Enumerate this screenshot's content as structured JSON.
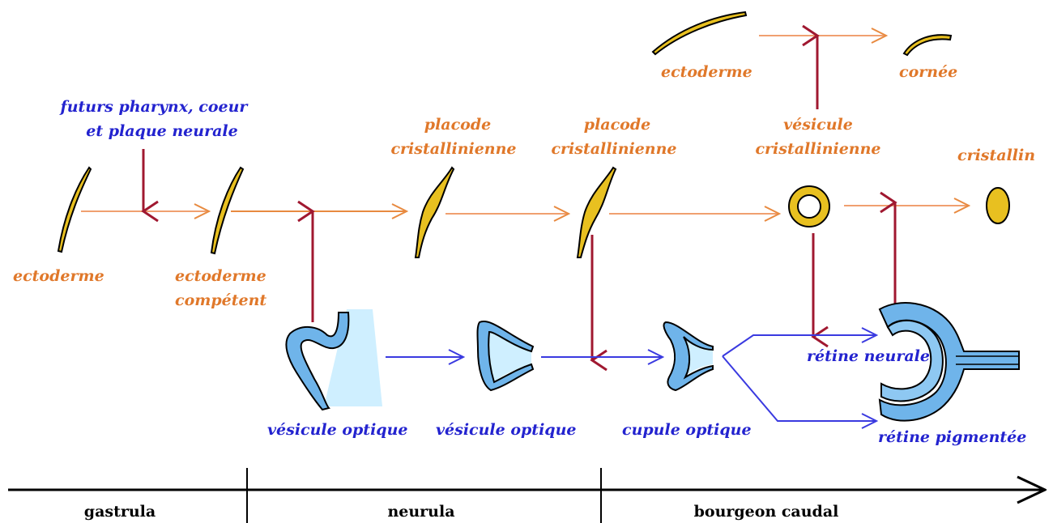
{
  "colors": {
    "ectoderm_label": "#e0782a",
    "neural_label": "#2323cf",
    "induction_arrow": "#a01830",
    "ectoderm_fill": "#e8c020",
    "optic_fill": "#6fb4ea",
    "optic_lumen": "#cfefff"
  },
  "labels": {
    "ectoderme_left": "ectoderme",
    "ectoderme_competent_1": "ectoderme",
    "ectoderme_competent_2": "compétent",
    "futurs_1": "futurs pharynx, coeur",
    "futurs_2": "et plaque neurale",
    "placode1_1": "placode",
    "placode1_2": "cristallinienne",
    "placode2_1": "placode",
    "placode2_2": "cristallinienne",
    "vesicule_crist_1": "vésicule",
    "vesicule_crist_2": "cristallinienne",
    "cristallin": "cristallin",
    "ectoderme_top": "ectoderme",
    "cornee": "cornée",
    "vesicule_optique_1": "vésicule optique",
    "vesicule_optique_2": "vésicule optique",
    "cupule_optique": "cupule optique",
    "retine_neurale": "rétine neurale",
    "retine_pigmentee": "rétine pigmentée"
  },
  "timeline": {
    "stages": [
      "gastrula",
      "neurula",
      "bourgeon caudal"
    ]
  }
}
